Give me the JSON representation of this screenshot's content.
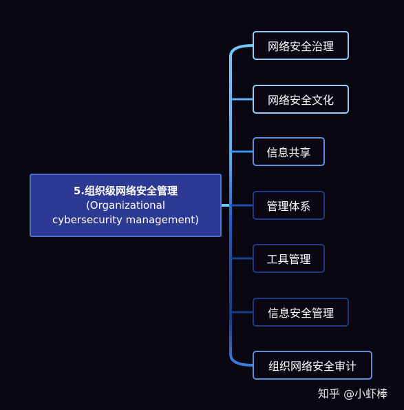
{
  "root": {
    "line1": "5.组织级网络安全管理",
    "line2": "(Organizational",
    "line3": "cybersecurity management)"
  },
  "children": [
    {
      "label": "网络安全治理"
    },
    {
      "label": "网络安全文化"
    },
    {
      "label": "信息共享"
    },
    {
      "label": "管理体系"
    },
    {
      "label": "工具管理"
    },
    {
      "label": "信息安全管理"
    },
    {
      "label": "组织网络安全审计"
    }
  ],
  "watermark": "知乎 @小虾棒",
  "colors": {
    "background": "#0b0712",
    "root_fill": "#2c3a93",
    "connector_bright": "#69c6ff",
    "connector_dim": "#163a8a"
  }
}
